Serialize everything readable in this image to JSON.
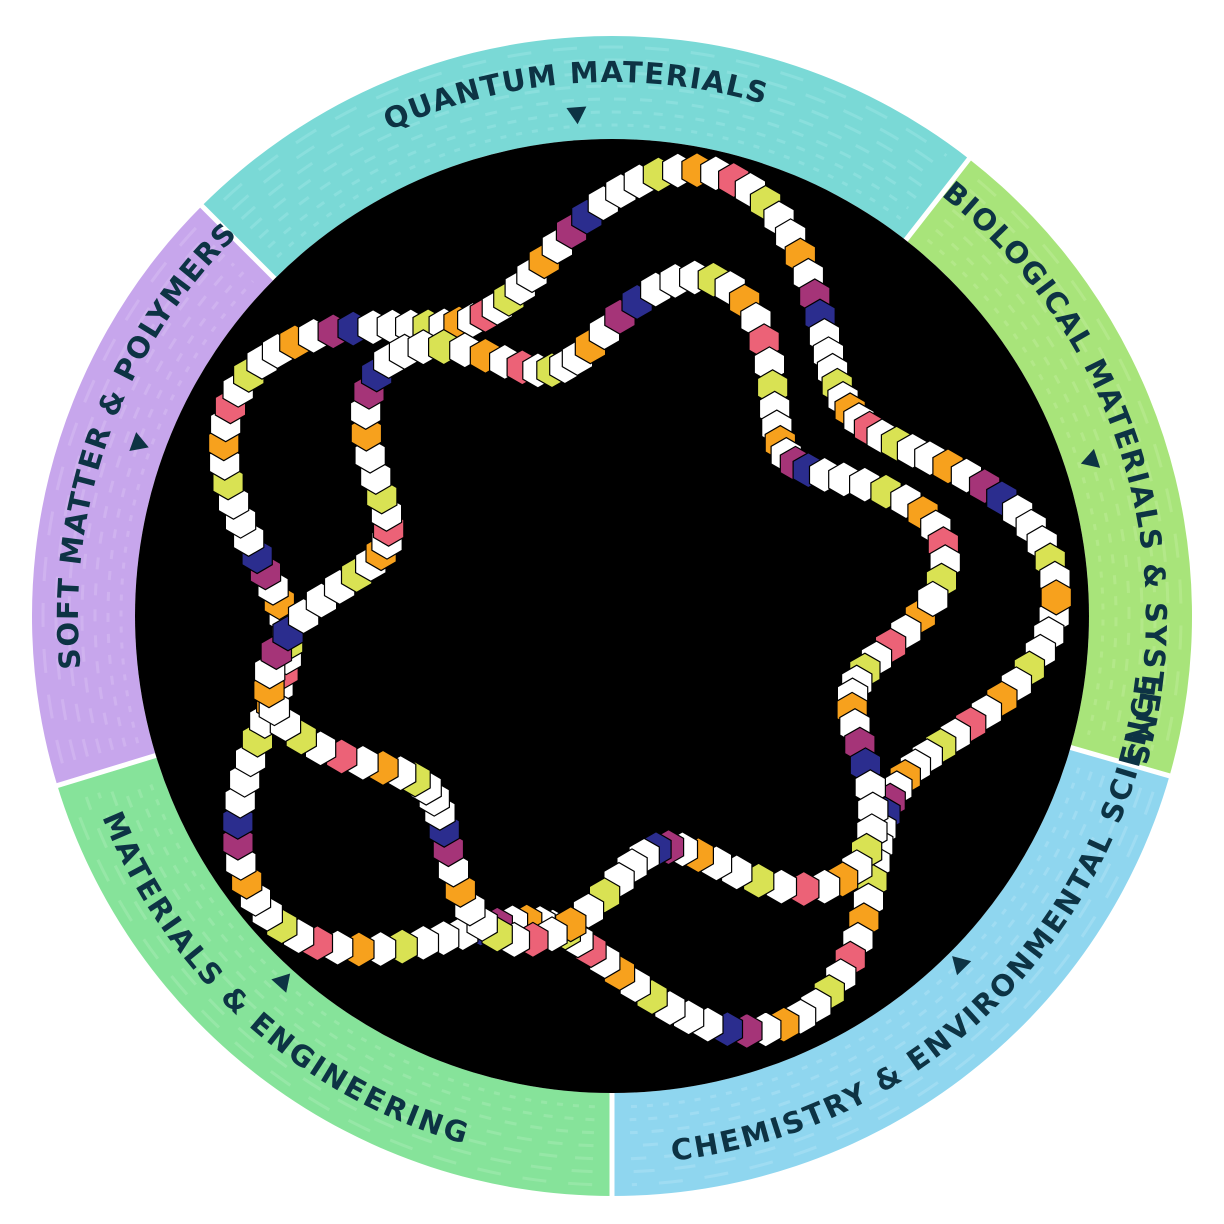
{
  "segments": [
    {
      "id": "quantum",
      "label": "QUANTUM MATERIALS",
      "color": "#7ad9d6",
      "accent": "#a8ecea"
    },
    {
      "id": "biological",
      "label": "BIOLOGICAL MATERIALS & SYSTEMS",
      "color": "#a8e47a",
      "accent": "#c9f1a6"
    },
    {
      "id": "chemistry",
      "label": "CHEMISTRY & ENVIRONMENTAL SCIENCE",
      "color": "#8fd6ef",
      "accent": "#bfe9f8"
    },
    {
      "id": "materials",
      "label": "MATERIALS & ENGINEERING",
      "color": "#86e39a",
      "accent": "#b6f0bf"
    },
    {
      "id": "soft",
      "label": "SOFT MATTER & POLYMERS",
      "color": "#c7a6ec",
      "accent": "#e0c9f6"
    }
  ],
  "colors": {
    "core": "#000000",
    "divider": "#ffffff",
    "text": "#0d3344",
    "hex_white": "#ffffff",
    "hex_yellow": "#d9e253",
    "hex_orange": "#f7a11d",
    "hex_pink": "#ec6277",
    "hex_magenta": "#a53478",
    "hex_navy": "#2b2d8e"
  }
}
